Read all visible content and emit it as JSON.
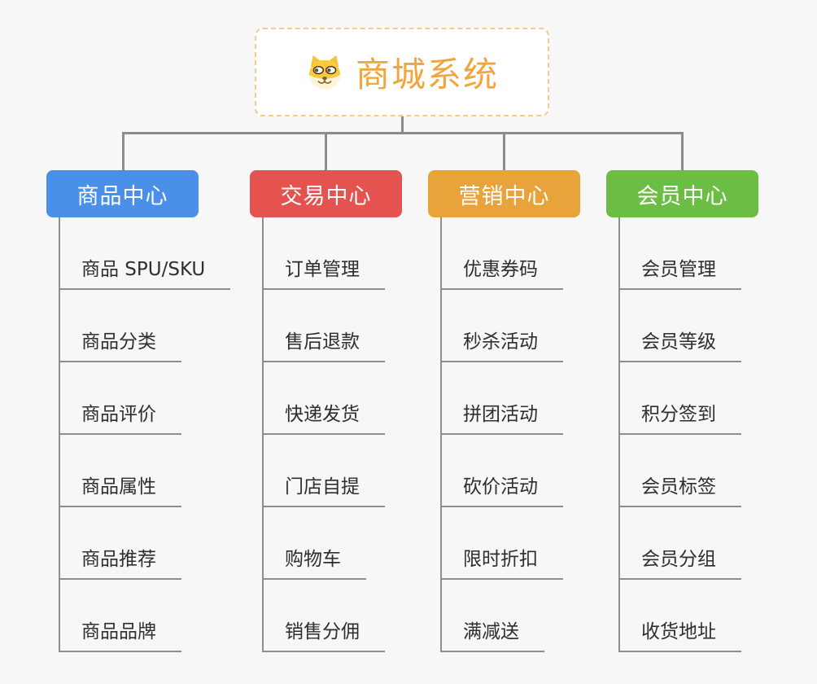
{
  "root": {
    "title": "商城系统",
    "icon": "dog-face-icon",
    "title_color": "#f0a63c",
    "border_color": "#f3cb8b"
  },
  "connector_color": "#8c8c8c",
  "branches": [
    {
      "label": "商品中心",
      "color": "#4a90e8",
      "children": [
        "商品 SPU/SKU",
        "商品分类",
        "商品评价",
        "商品属性",
        "商品推荐",
        "商品品牌"
      ]
    },
    {
      "label": "交易中心",
      "color": "#e4534f",
      "children": [
        "订单管理",
        "售后退款",
        "快递发货",
        "门店自提",
        "购物车",
        "销售分佣"
      ]
    },
    {
      "label": "营销中心",
      "color": "#e9a33b",
      "children": [
        "优惠券码",
        "秒杀活动",
        "拼团活动",
        "砍价活动",
        "限时折扣",
        "满减送"
      ]
    },
    {
      "label": "会员中心",
      "color": "#6bbe43",
      "children": [
        "会员管理",
        "会员等级",
        "积分签到",
        "会员标签",
        "会员分组",
        "收货地址"
      ]
    }
  ]
}
